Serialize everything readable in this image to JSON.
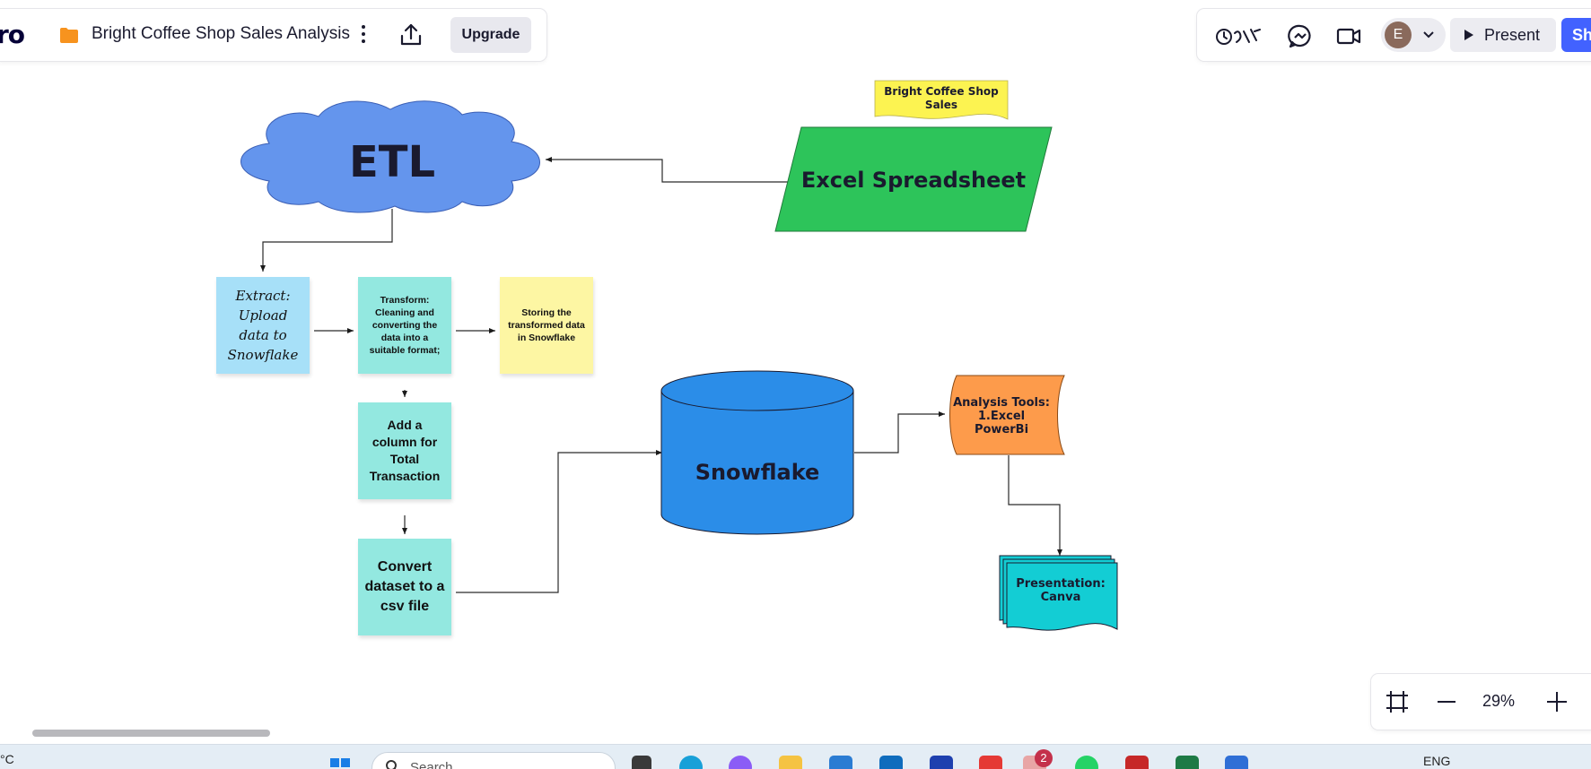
{
  "app": {
    "logo": "ro",
    "board_title": "Bright Coffee Shop Sales Analysis",
    "upgrade_label": "Upgrade",
    "present_label": "Present",
    "share_label": "Sh",
    "avatar_initial": "E"
  },
  "diagram": {
    "etl_label": "ETL",
    "excel_label": "Excel Spreadsheet",
    "excel_banner": [
      "Bright Coffee Shop",
      "Sales"
    ],
    "snowflake_label": "Snowflake",
    "analysis_label": [
      "Analysis Tools:",
      "1.Excel",
      "PowerBi"
    ],
    "presentation_label": [
      "Presentation:",
      "Canva"
    ],
    "notes": {
      "extract": "Extract: Upload data to Snowflake",
      "transform": "Transform: Cleaning and converting the data into a suitable format;",
      "storing": "Storing the transformed data in Snowflake",
      "add_column": "Add a column for Total Transaction",
      "convert": "Convert dataset to a csv file"
    },
    "colors": {
      "etl_cloud": "#6495ed",
      "excel": "#2dc45a",
      "banner": "#fcf351",
      "snowflake": "#2b8de8",
      "analysis": "#fd9b4b",
      "presentation": "#13cdd4",
      "note_blue": "#a7e0f8",
      "note_teal": "#93e8e0",
      "note_yellow": "#fdf6a3"
    }
  },
  "zoom": {
    "level": "29%"
  },
  "taskbar": {
    "temp": "°C",
    "search_placeholder": "Search",
    "language": "ENG",
    "teams_badge": "2"
  }
}
